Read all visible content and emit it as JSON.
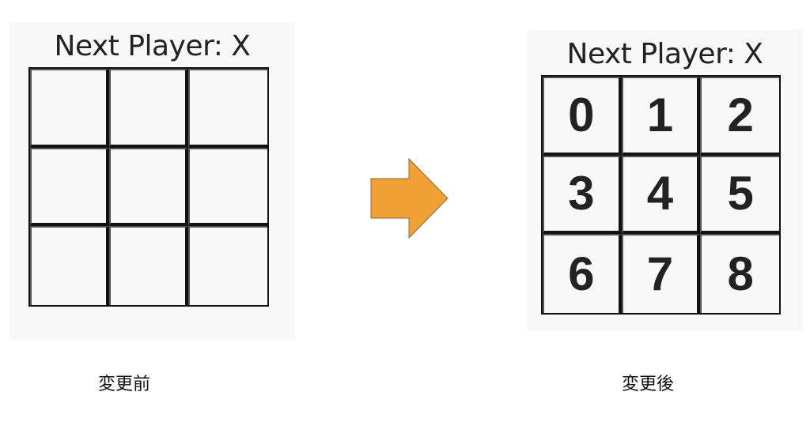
{
  "before": {
    "status": "Next Player: X",
    "caption": "変更前",
    "squares": [
      "",
      "",
      "",
      "",
      "",
      "",
      "",
      "",
      ""
    ]
  },
  "after": {
    "status": "Next Player: X",
    "caption": "変更後",
    "squares": [
      "0",
      "1",
      "2",
      "3",
      "4",
      "5",
      "6",
      "7",
      "8"
    ]
  },
  "arrow": {
    "color": "#f0a035",
    "direction": "right"
  }
}
